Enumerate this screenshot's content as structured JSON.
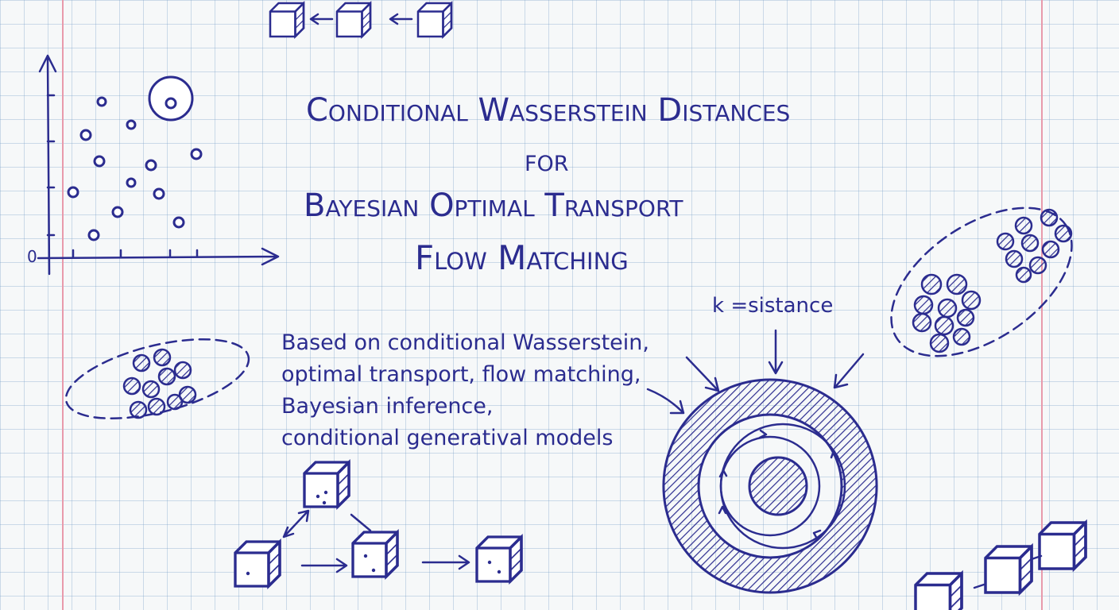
{
  "title": {
    "line1": "Conditional Wasserstein Distances",
    "line2": "for",
    "line3": "Bayesian Optimal Transport",
    "line4": "Flow Matching"
  },
  "keywords": {
    "line1": "Based on conditional Wasserstein,",
    "line2": "optimal transport, flow matching,",
    "line3": "Bayesian inference,",
    "line4": "conditional generatival models"
  },
  "annotation": "k =sistance",
  "axis_origin": "0",
  "ink_color": "#2b2c8f",
  "margin_color": "#e89aab"
}
